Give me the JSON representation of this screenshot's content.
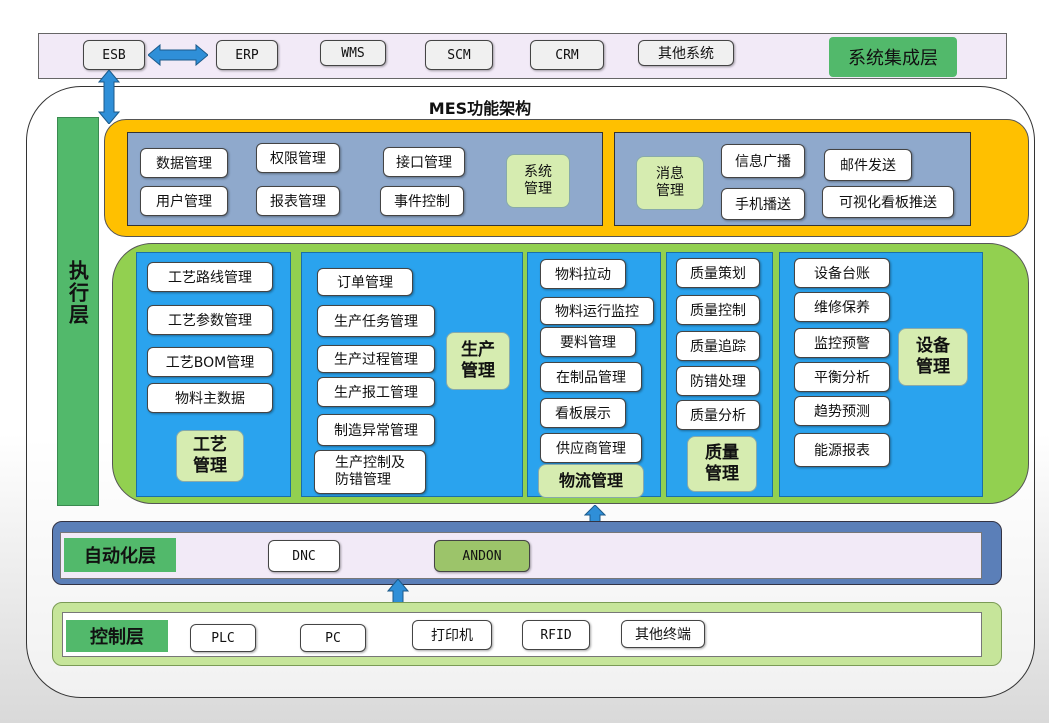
{
  "integration": {
    "items": [
      "ESB",
      "ERP",
      "WMS",
      "SCM",
      "CRM",
      "其他系统"
    ],
    "layer_label": "系统集成层"
  },
  "mes_title": "MES功能架构",
  "exec_layer_label": "执行层",
  "system_box": {
    "buttons": [
      "数据管理",
      "权限管理",
      "接口管理",
      "用户管理",
      "报表管理",
      "事件控制"
    ],
    "group_label": "系统\n管理"
  },
  "message_box": {
    "group_label": "消息\n管理",
    "buttons": [
      "信息广播",
      "邮件发送",
      "手机播送",
      "可视化看板推送"
    ]
  },
  "craft": {
    "items": [
      "工艺路线管理",
      "工艺参数管理",
      "工艺BOM管理",
      "物料主数据"
    ],
    "label": "工艺\n管理"
  },
  "production": {
    "items": [
      "订单管理",
      "生产任务管理",
      "生产过程管理",
      "生产报工管理",
      "制造异常管理",
      "生产控制及\n防错管理"
    ],
    "label": "生产\n管理"
  },
  "logistics": {
    "items": [
      "物料拉动",
      "物料运行监控",
      "要料管理",
      "在制品管理",
      "看板展示",
      "供应商管理"
    ],
    "label": "物流管理"
  },
  "quality": {
    "items": [
      "质量策划",
      "质量控制",
      "质量追踪",
      "防错处理",
      "质量分析"
    ],
    "label": "质量\n管理"
  },
  "equipment": {
    "items": [
      "设备台账",
      "维修保养",
      "监控预警",
      "平衡分析",
      "趋势预测",
      "能源报表"
    ],
    "label": "设备\n管理"
  },
  "automation": {
    "label": "自动化层",
    "items": [
      "DNC",
      "ANDON"
    ]
  },
  "control": {
    "label": "控制层",
    "items": [
      "PLC",
      "PC",
      "打印机",
      "RFID",
      "其他终端"
    ]
  },
  "colors": {
    "accent_green": "#52b96b",
    "orange": "#ffc000",
    "panel_blue": "#2aa3ee",
    "light_green": "#92d050",
    "automation_blue": "#5b7fb8"
  }
}
